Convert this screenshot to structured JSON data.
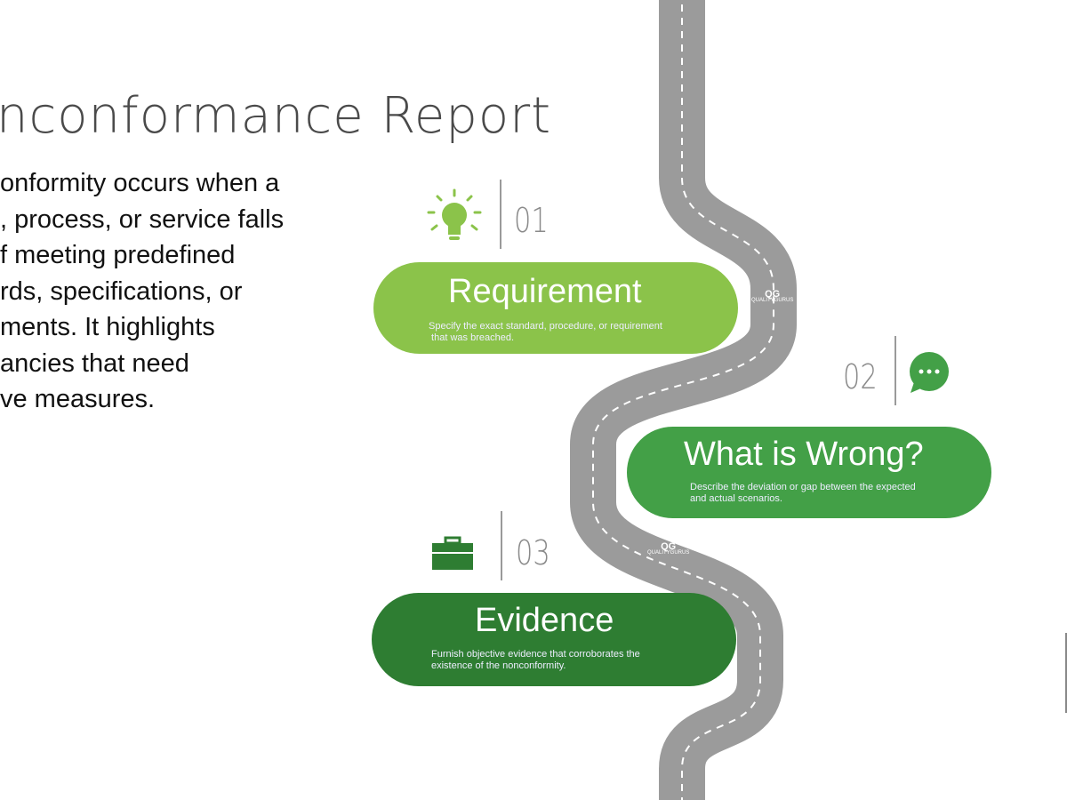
{
  "title": "nconformance Report",
  "body_lines": [
    "onformity occurs when a",
    ", process, or service falls",
    "f meeting predefined",
    "rds, specifications, or",
    "ments. It highlights",
    "ancies that need",
    "ve measures."
  ],
  "steps": [
    {
      "number": "01",
      "heading": "Requirement",
      "description": "Specify the exact standard, procedure, or requirement\n that was breached.",
      "icon": "lightbulb-icon",
      "color": "#8bc34a"
    },
    {
      "number": "02",
      "heading": "What is Wrong?",
      "description": "Describe the deviation or gap between the expected\nand actual scenarios.",
      "icon": "chat-bubble-icon",
      "color": "#43a047"
    },
    {
      "number": "03",
      "heading": "Evidence",
      "description": "Furnish objective evidence that corroborates the\nexistence of the nonconformity.",
      "icon": "briefcase-icon",
      "color": "#2e7d32"
    }
  ],
  "logo": {
    "mark": "QG",
    "text": "QUALITYGURUS"
  },
  "colors": {
    "road": "#9b9b9b",
    "title": "#4a4a4a"
  }
}
